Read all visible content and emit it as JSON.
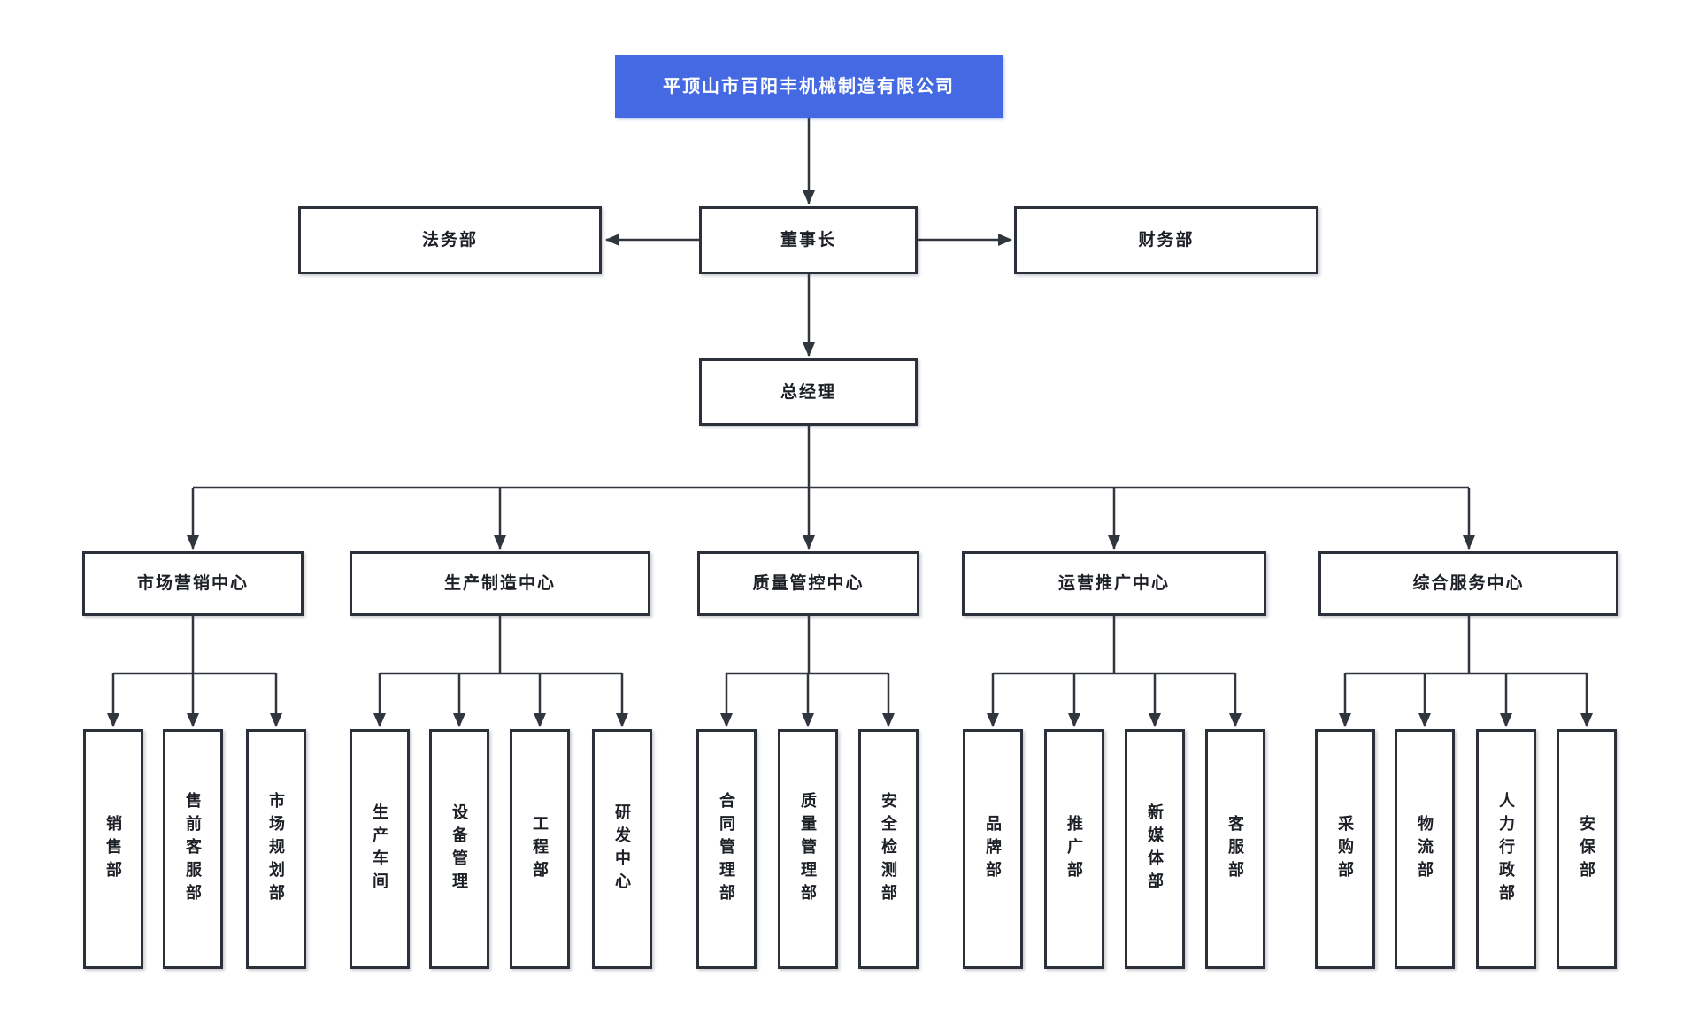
{
  "page": {
    "type": "organization-chart"
  },
  "diagram": {
    "root": {
      "label": "平顶山市百阳丰机械制造有限公司"
    },
    "executives": {
      "legal": {
        "label": "法务部"
      },
      "chairman": {
        "label": "董事长"
      },
      "finance": {
        "label": "财务部"
      },
      "general_manager": {
        "label": "总经理"
      }
    },
    "centers": [
      {
        "label": "市场营销中心",
        "departments": [
          "销售部",
          "售前客服部",
          "市场规划部"
        ]
      },
      {
        "label": "生产制造中心",
        "departments": [
          "生产车间",
          "设备管理",
          "工程部",
          "研发中心"
        ]
      },
      {
        "label": "质量管控中心",
        "departments": [
          "合同管理部",
          "质量管理部",
          "安全检测部"
        ]
      },
      {
        "label": "运营推广中心",
        "departments": [
          "品牌部",
          "推广部",
          "新媒体部",
          "客服部"
        ]
      },
      {
        "label": "综合服务中心",
        "departments": [
          "采购部",
          "物流部",
          "人力行政部",
          "安保部"
        ]
      }
    ],
    "colors": {
      "root_bg": "#4569e2",
      "root_text": "#ffffff",
      "node_bg": "#ffffff",
      "node_border": "#2b303a",
      "edge": "#31353d",
      "text": "#1d2026"
    }
  }
}
